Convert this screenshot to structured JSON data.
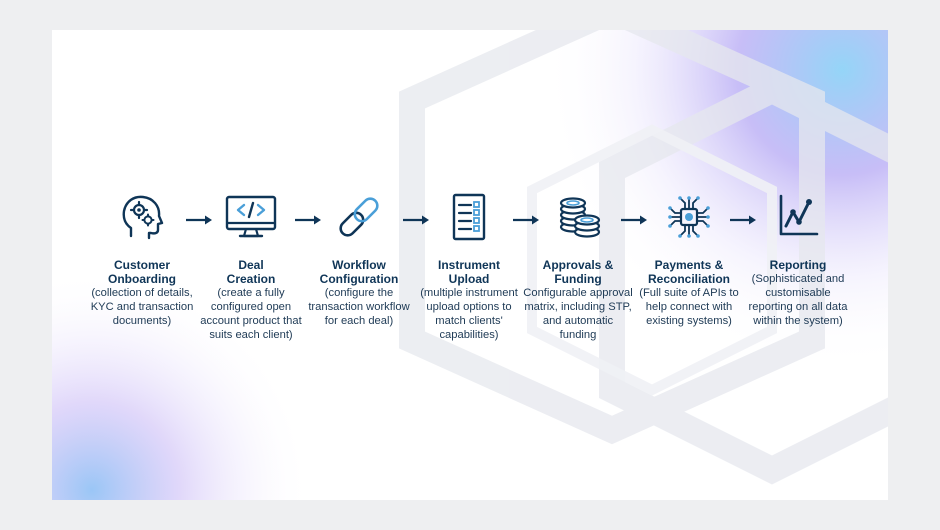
{
  "steps": [
    {
      "icon": "head-gears-icon",
      "title_line1": "Customer",
      "title_line2": "Onboarding",
      "desc": "(collection of details, KYC and transaction documents)"
    },
    {
      "icon": "monitor-code-icon",
      "title_line1": "Deal",
      "title_line2": "Creation",
      "desc": "(create a fully configured open account product that suits each client)"
    },
    {
      "icon": "chain-link-icon",
      "title_line1": "Workflow",
      "title_line2": "Configuration",
      "desc": "(configure the transaction workflow for each deal)"
    },
    {
      "icon": "document-list-icon",
      "title_line1": "Instrument",
      "title_line2": "Upload",
      "desc": "(multiple instrument upload options to match clients' capabilities)"
    },
    {
      "icon": "coin-stack-icon",
      "title_line1": "Approvals &",
      "title_line2": "Funding",
      "desc": "Configurable approval matrix, including STP, and automatic funding"
    },
    {
      "icon": "circuit-chip-icon",
      "title_line1": "Payments &",
      "title_line2": "Reconciliation",
      "desc": "(Full suite of APIs to help connect with existing systems)"
    },
    {
      "icon": "line-chart-icon",
      "title_line1": "",
      "title_line2": "Reporting",
      "desc": "(Sophisticated and customisable reporting on all data within the system)"
    }
  ],
  "colors": {
    "primary": "#0f3557",
    "accent": "#4a9fd8",
    "page_bg": "#eeeff1",
    "card_bg": "#ffffff"
  }
}
